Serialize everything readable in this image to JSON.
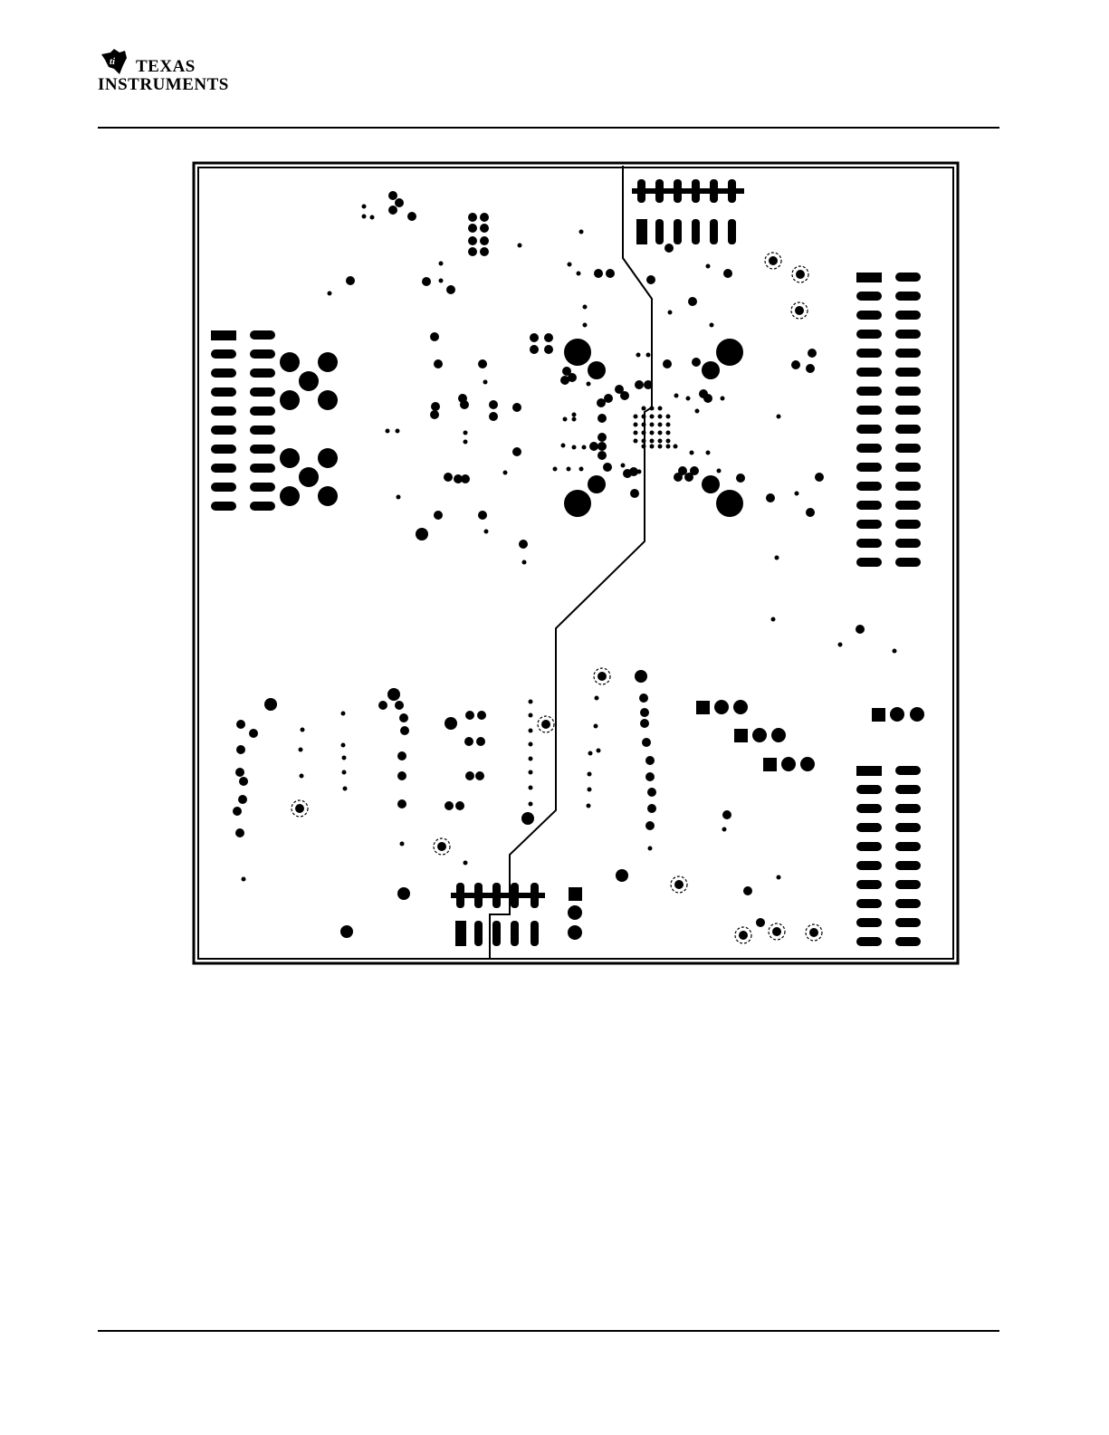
{
  "header": {
    "logo": {
      "line1": "TEXAS",
      "line2": "INSTRUMENTS",
      "icon": "ti-logo-icon"
    }
  },
  "figure": {
    "description_icon": "pcb-layer-artwork",
    "colors": {
      "copper": "#000000",
      "background": "#ffffff"
    }
  }
}
